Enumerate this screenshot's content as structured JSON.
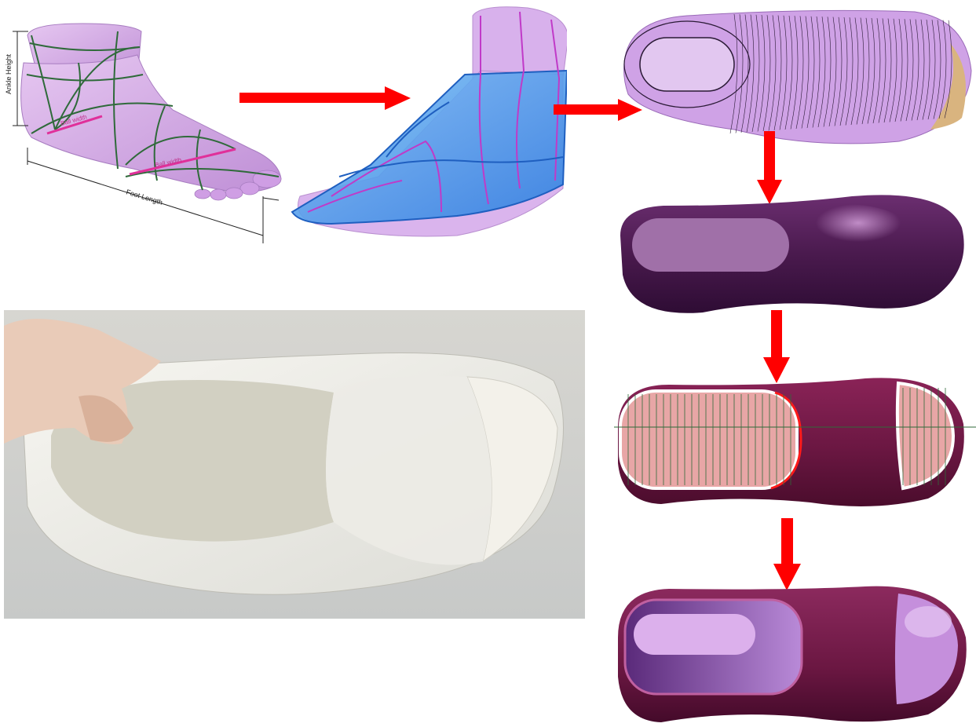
{
  "labels": {
    "ankle_height": "Ankle Height",
    "ball_width_1": "Ball width",
    "ball_width_2": "Ball width",
    "foot_length": "Foot Length"
  },
  "colors": {
    "foot_mesh": "#d6a6ea",
    "cage_blue": "#2f8be6",
    "cage_magenta": "#c03ac8",
    "curve_green": "#2f6a3a",
    "shoe_dark_purple": "#4a1a4e",
    "shoe_maroon": "#7b1b4a",
    "insole_lilac": "#c9a0d8",
    "arrow_red": "#ff0000",
    "print_white": "#f2f1ec"
  }
}
